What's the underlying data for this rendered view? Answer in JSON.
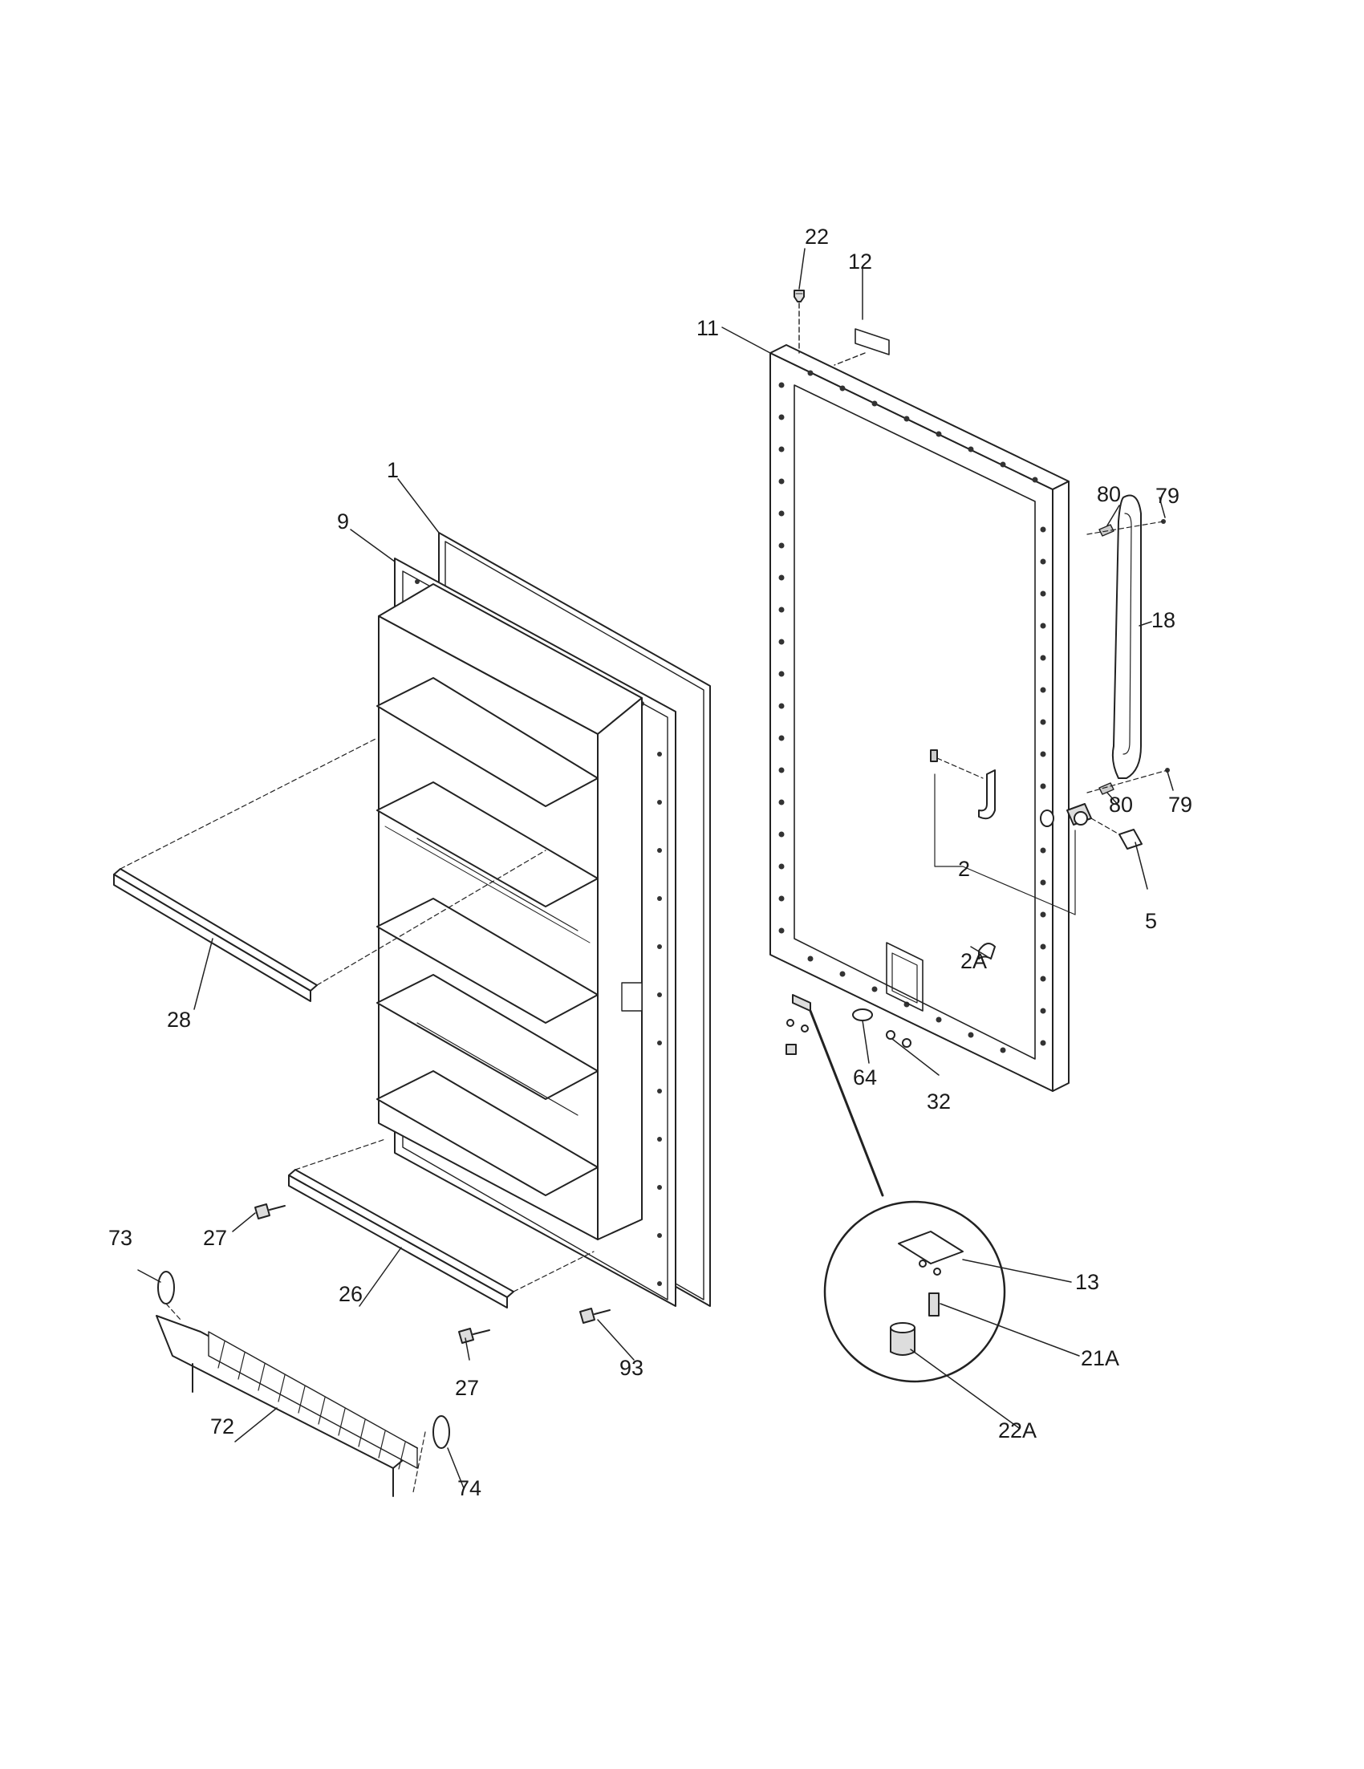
{
  "diagram": {
    "labels": {
      "p1": "1",
      "p2": "2",
      "p2a": "2A",
      "p5": "5",
      "p9": "9",
      "p11": "11",
      "p12": "12",
      "p13": "13",
      "p18": "18",
      "p21a": "21A",
      "p22_top": "22",
      "p22a": "22A",
      "p26": "26",
      "p27_left": "27",
      "p27_right": "27",
      "p28": "28",
      "p32": "32",
      "p64": "64",
      "p72": "72",
      "p73": "73",
      "p74": "74",
      "p79_top": "79",
      "p79_bottom": "79",
      "p80_top": "80",
      "p80_bottom": "80",
      "p93": "93"
    }
  }
}
